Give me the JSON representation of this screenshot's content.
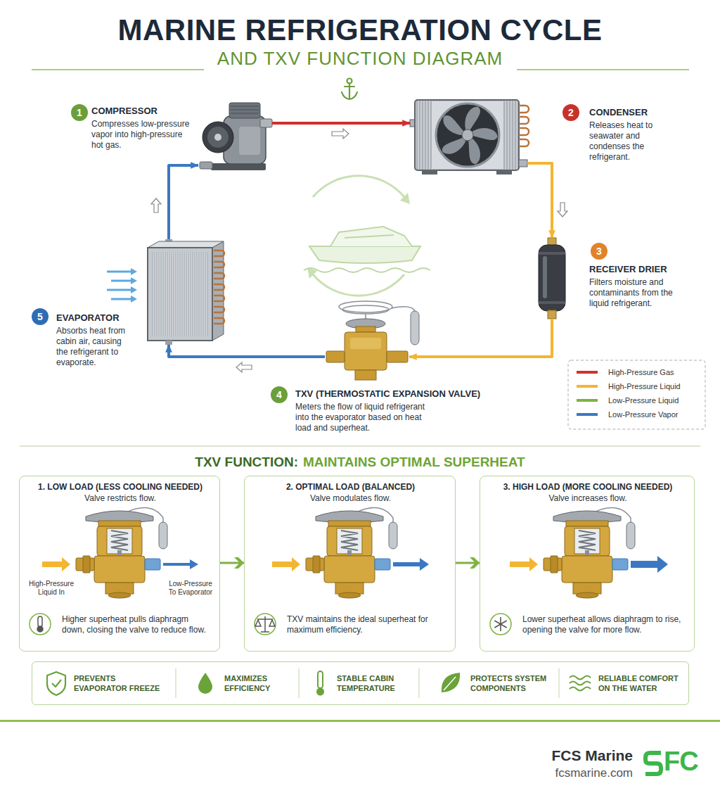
{
  "diagram": {
    "title": "MARINE REFRIGERATION CYCLE",
    "nodes": [
      {
        "text": [
          "COMPRESSOR",
          "Compresses low-pressure vapor into high-pressure hot gas."
        ]
      },
      {
        "text": [
          "CONDENSER",
          "Releases heat to seawater and condenses the refrigerant."
        ]
      },
      {
        "text": [
          "RECEIVER DRIER",
          "Filters moisture and contaminants from the liquid refrigerant."
        ]
      },
      {
        "text": [
          "TXV (THERMOSTATIC EXPANSION VALVE)",
          "Meters the flow of liquid refrigerant into the evaporator based on heat load and superheat."
        ]
      },
      {
        "text": [
          "EVAPORATOR",
          "Absorbs heat from cabin air, causing the refrigerant to evaporate."
        ]
      },
      {
        "text": [
          "1. LOW LOAD (LESS COOLING NEEDED)",
          "Valve restricts flow.",
          "Higher superheat pulls diaphragm down, closing the valve to reduce flow."
        ]
      },
      {
        "text": [
          "2. OPTIMAL LOAD (BALANCED)",
          "Valve modulates flow.",
          "TXV maintains the ideal superheat for maximum efficiency."
        ]
      },
      {
        "text": [
          "3. HIGH LOAD (MORE COOLING NEEDED)",
          "Valve increases flow.",
          "Lower superheat allows diaphragm to rise, opening the valve for more flow."
        ]
      },
      {
        "text": [
          "PREVENTS EVAPORATOR FREEZE",
          "MAXIMIZES EFFICIENCY",
          "STABLE CABIN TEMPERATURE",
          "PROTECTS SYSTEM COMPONENTS",
          "RELIABLE COMFORT ON THE WATER"
        ]
      }
    ],
    "edges": [
      {
        "from": 0,
        "to": 1,
        "arrow": "to"
      },
      {
        "from": 1,
        "to": 2,
        "arrow": "to"
      },
      {
        "from": 2,
        "to": 3,
        "arrow": "to"
      },
      {
        "from": 3,
        "to": 4,
        "arrow": "to"
      },
      {
        "from": 4,
        "to": 0,
        "arrow": "to"
      },
      {
        "from": 5,
        "to": 6,
        "arrow": "to"
      },
      {
        "from": 6,
        "to": 7,
        "arrow": "to"
      }
    ],
    "labels": [
      "AND TXV FUNCTION DIAGRAM",
      "1",
      "2",
      "3",
      "4",
      "5",
      "High-Pressure Liquid In",
      "Low-Pressure To Evaporator",
      "TXV FUNCTION:",
      "MAINTAINS OPTIMAL SUPERHEAT",
      "FCS Marine",
      "fcsmarine.com",
      "FC"
    ],
    "legend": [
      {
        "text": "High-Pressure Gas",
        "color": "#d0312d"
      },
      {
        "text": "High-Pressure Liquid",
        "color": "#f2b632"
      },
      {
        "text": "Low-Pressure Liquid",
        "color": "#7fb241"
      },
      {
        "text": "Low-Pressure Vapor",
        "color": "#3a78c2"
      }
    ]
  }
}
